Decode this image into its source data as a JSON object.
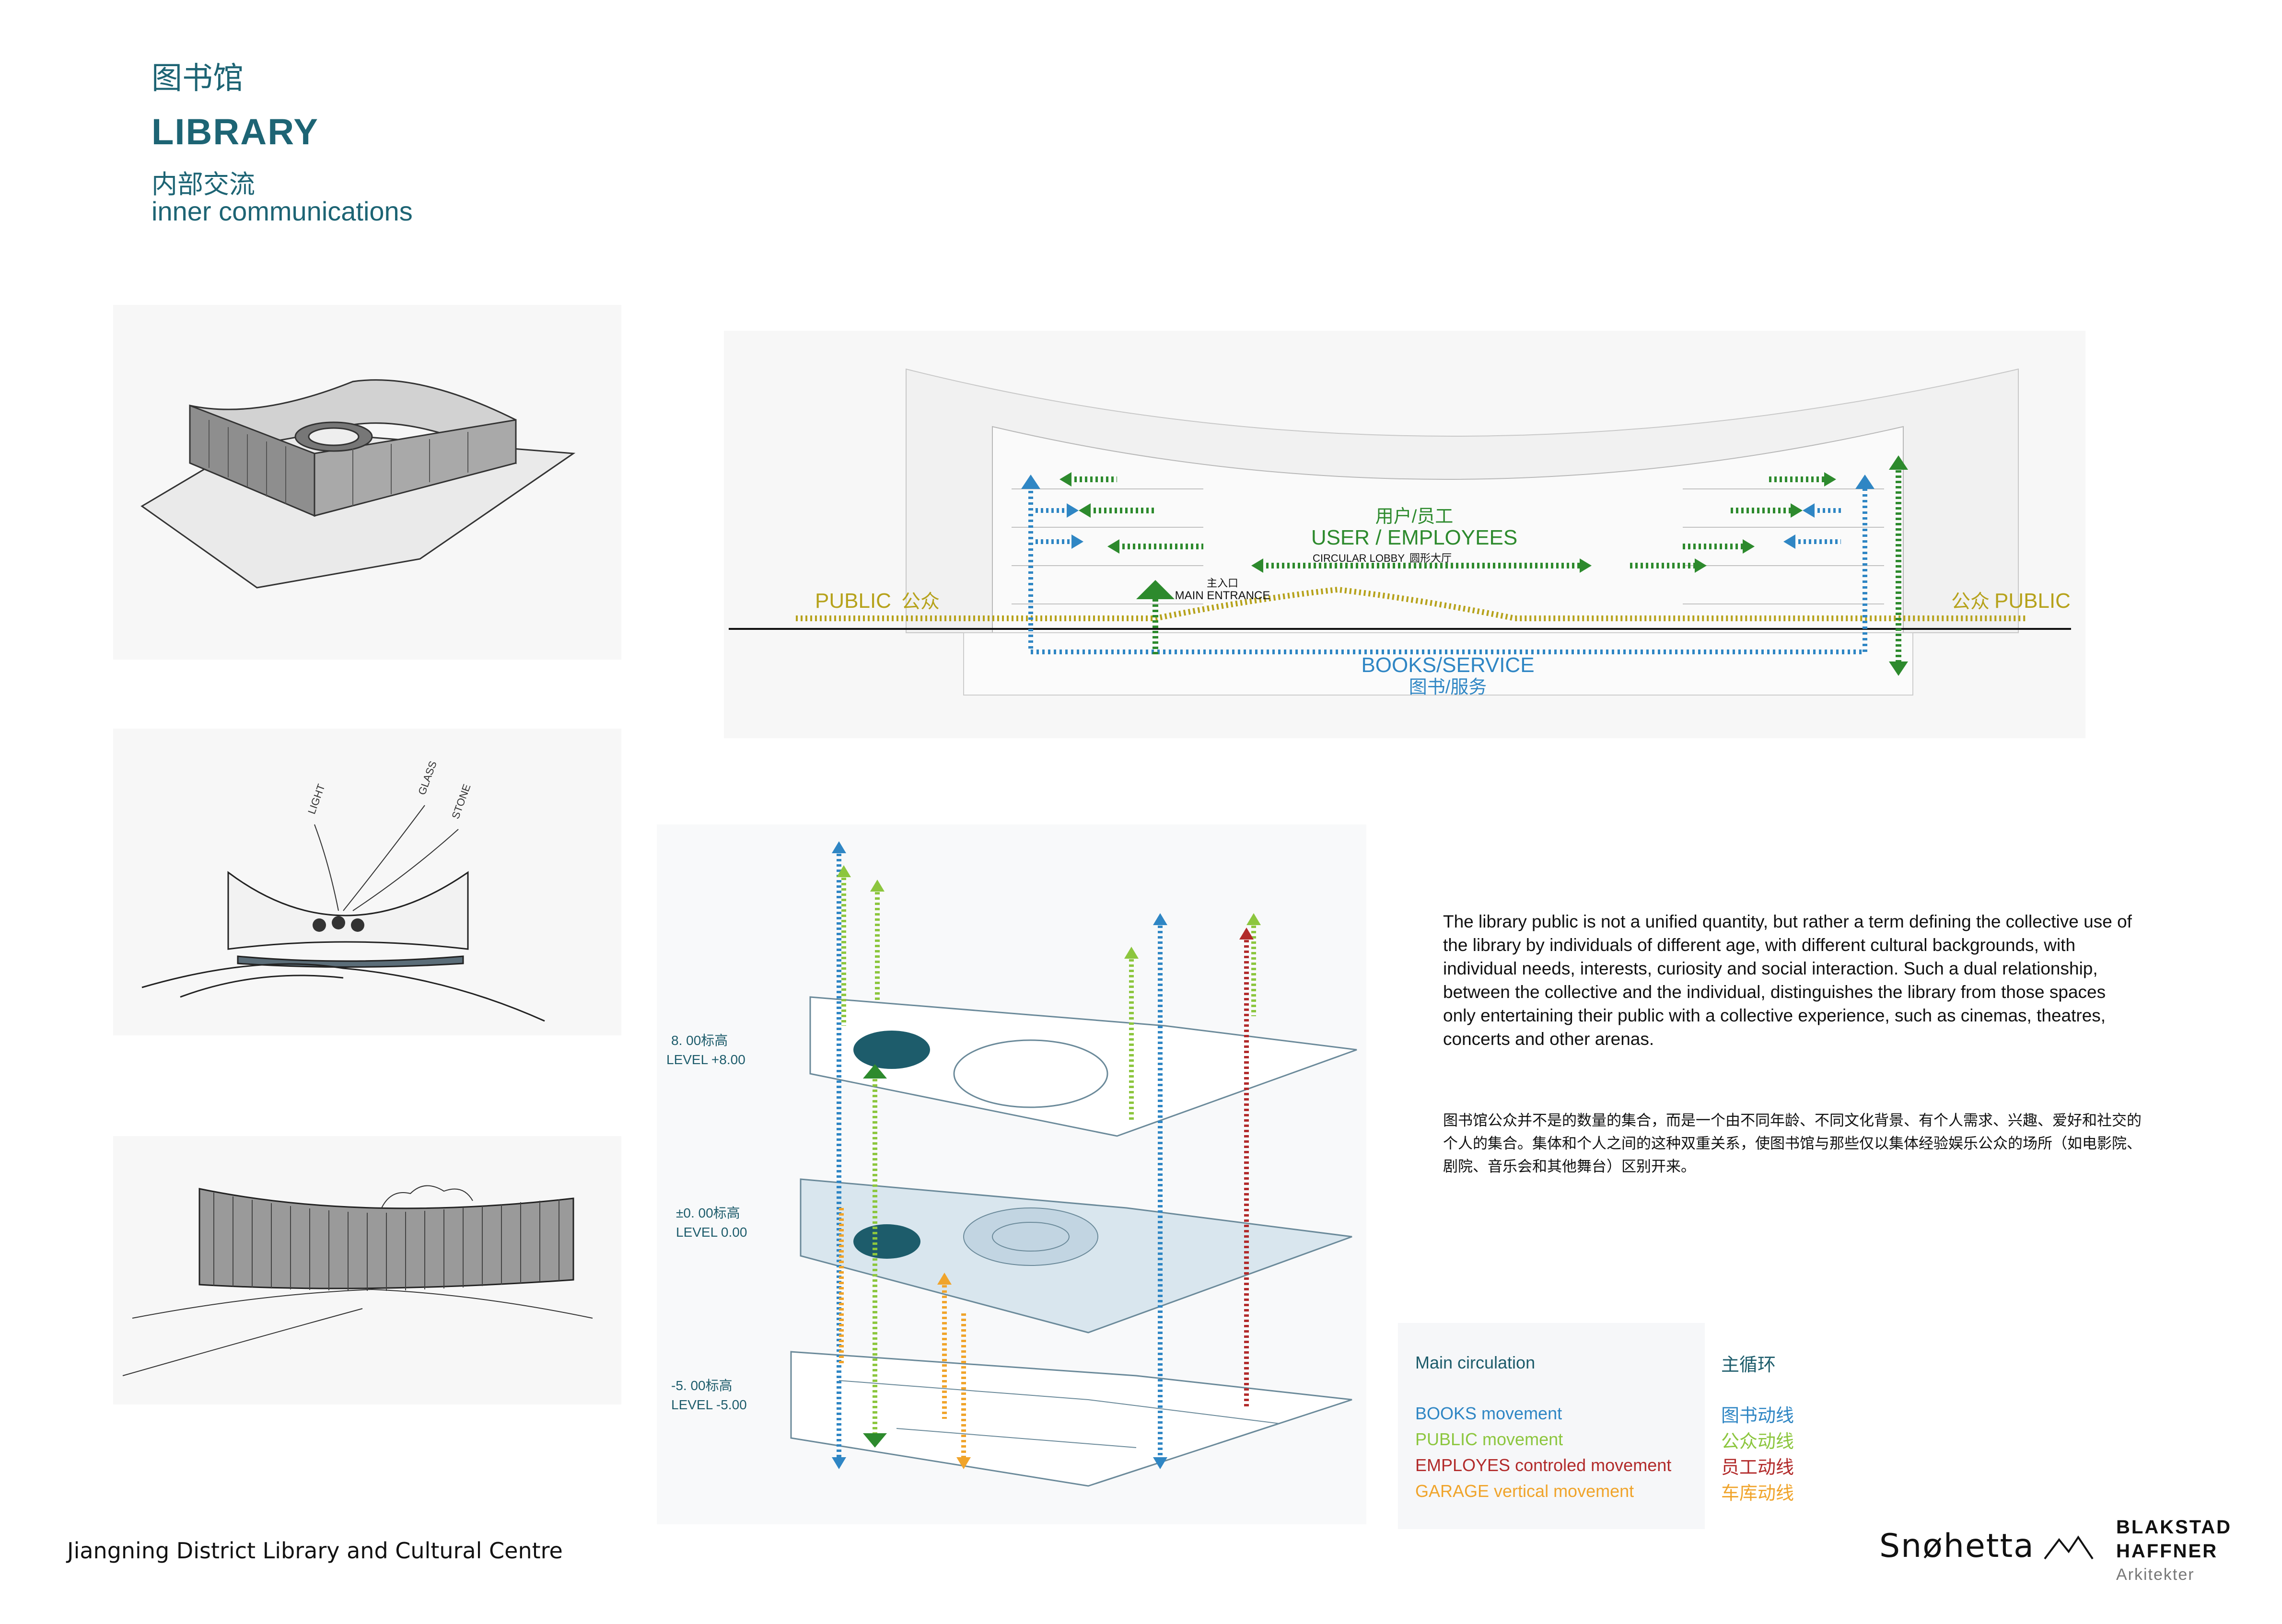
{
  "header": {
    "title_cn": "图书馆",
    "title_en": "LIBRARY",
    "subtitle_cn": "内部交流",
    "subtitle_en": "inner communications"
  },
  "section": {
    "user_cn": "用户/员工",
    "user_en": "USER / EMPLOYEES",
    "lobby_en": "CIRCULAR LOBBY",
    "lobby_cn": "圆形大厅",
    "entrance_cn": "主入口",
    "entrance_en": "MAIN ENTRANCE",
    "public_left_en": "PUBLIC",
    "public_left_cn": "公众",
    "public_right_cn": "公众",
    "public_right_en": "PUBLIC",
    "books_en": "BOOKS/SERVICE",
    "books_cn": "图书/服务"
  },
  "levels": [
    {
      "cn": "8. 00标高",
      "en": "LEVEL +8.00"
    },
    {
      "cn": "±0. 00标高",
      "en": "LEVEL 0.00"
    },
    {
      "cn": "-5. 00标高",
      "en": "LEVEL -5.00"
    }
  ],
  "description": {
    "en": "The library public is not a unified quantity, but rather a term defining the collective use of the library by individuals of different age, with different cultural backgrounds, with individual needs, interests, curiosity and social interaction. Such a dual relationship, between the collective and the individual, distinguishes the library from those spaces only entertaining their public with a collective experience, such as cinemas, theatres, concerts and other arenas.",
    "cn": "图书馆公众并不是的数量的集合，而是一个由不同年龄、不同文化背景、有个人需求、兴趣、爱好和社交的个人的集合。集体和个人之间的这种双重关系，使图书馆与那些仅以集体经验娱乐公众的场所（如电影院、剧院、音乐会和其他舞台）区别开来。"
  },
  "legend": {
    "title_en": "Main circulation",
    "title_cn": "主循环",
    "items": [
      {
        "en": "BOOKS movement",
        "cn": "图书动线",
        "color": "#2f86c4"
      },
      {
        "en": "PUBLIC movement",
        "cn": "公众动线",
        "color": "#8cc63e"
      },
      {
        "en": "EMPLOYES controled movement",
        "cn": "员工动线",
        "color": "#b22b2b"
      },
      {
        "en": "GARAGE vertical movement",
        "cn": "车库动线",
        "color": "#f0a42b"
      }
    ]
  },
  "sketch_notes": [
    "LIGHT",
    "GLASS",
    "STONE"
  ],
  "footer": {
    "project": "Jiangning District Library and Cultural Centre",
    "logo_snohetta": "Snøhetta",
    "logo_bh1": "BLAKSTAD",
    "logo_bh2": "HAFFNER",
    "logo_bh3": "Arkitekter"
  },
  "colors": {
    "books": "#2f86c4",
    "public_section": "#b6a21b",
    "user": "#2d8a2d",
    "employees": "#b22b2b",
    "garage": "#f0a42b",
    "heading": "#1d6474"
  }
}
